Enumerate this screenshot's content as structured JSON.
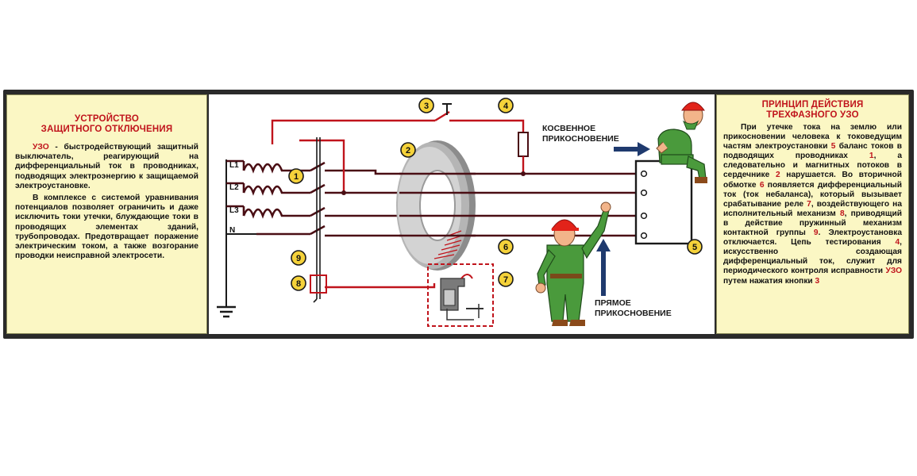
{
  "left_panel": {
    "title": "УСТРОЙСТВО\nЗАЩИТНОГО ОТКЛЮЧЕНИЯ",
    "p1_term": "УЗО",
    "p1_text": " - быстродействующий защитный выключатель, реагирующий на дифференциальный ток в проводниках, подводящих электроэнергию к защищаемой электроустановке.",
    "p2_text": "В комплексе с системой уравнивания потенциалов позволяет ограничить и даже исключить токи утечки, блуждающие токи в проводящих элементах зданий, трубопроводах. Предотвращает поражение электрическим током, а также возгорание проводки неисправной электросети."
  },
  "right_panel": {
    "title": "ПРИНЦИП ДЕЙСТВИЯ\nТРЕХФАЗНОГО УЗО",
    "text_parts": [
      {
        "t": "При утечке тока на землю или прикосновении человека к токоведущим частям электроустановки ",
        "red": false
      },
      {
        "t": "5",
        "red": true
      },
      {
        "t": " баланс токов в подводящих проводниках ",
        "red": false
      },
      {
        "t": "1",
        "red": true
      },
      {
        "t": ", а следовательно и магнитных потоков в сердечнике ",
        "red": false
      },
      {
        "t": "2",
        "red": true
      },
      {
        "t": " нарушается. Во вторичной обмотке ",
        "red": false
      },
      {
        "t": "6",
        "red": true
      },
      {
        "t": " появляется дифференциальный ток (ток небаланса), который вызывает срабатывание реле ",
        "red": false
      },
      {
        "t": "7",
        "red": true
      },
      {
        "t": ", воздействующего на исполнительный механизм ",
        "red": false
      },
      {
        "t": "8",
        "red": true
      },
      {
        "t": ", приводящий в действие пружинный механизм контактной группы ",
        "red": false
      },
      {
        "t": "9",
        "red": true
      },
      {
        "t": ". Электроустановка отключается. Цепь тестирования ",
        "red": false
      },
      {
        "t": "4",
        "red": true
      },
      {
        "t": ", искусственно создающая дифференциальный ток, служит для периодического контроля исправности ",
        "red": false
      },
      {
        "t": "УЗО",
        "red": true
      },
      {
        "t": " путем нажатия кнопки ",
        "red": false
      },
      {
        "t": "3",
        "red": true
      }
    ]
  },
  "diagram": {
    "phase_labels": [
      "L1",
      "L2",
      "L3",
      "N"
    ],
    "callouts": [
      "1",
      "2",
      "3",
      "4",
      "5",
      "6",
      "7",
      "8",
      "9"
    ],
    "indirect_touch": "КОСВЕННОЕ\nПРИКОСНОВЕНИЕ",
    "direct_touch": "ПРЯМОЕ\nПРИКОСНОВЕНИЕ"
  },
  "colors": {
    "title_red": "#c0141c",
    "wire_dark": "#4a0e14",
    "wire_red": "#c0141c",
    "callout_yellow": "#f5d23a",
    "worker_green": "#4a9a3c",
    "helmet_red": "#e2231a",
    "panel_bg": "#fbf7c4"
  }
}
